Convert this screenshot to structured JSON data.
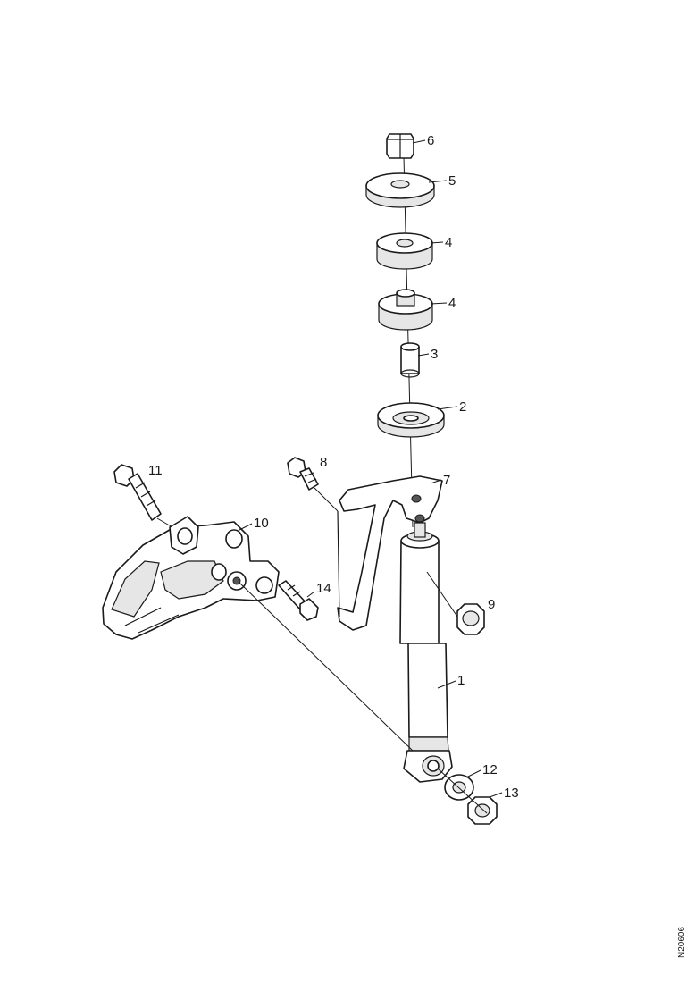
{
  "callouts": {
    "c6": "6",
    "c5": "5",
    "c4a": "4",
    "c4b": "4",
    "c3": "3",
    "c2": "2",
    "c8": "8",
    "c7": "7",
    "c11": "11",
    "c10": "10",
    "c14": "14",
    "c9": "9",
    "c1": "1",
    "c12": "12",
    "c13": "13"
  },
  "reference_code": "N20606"
}
